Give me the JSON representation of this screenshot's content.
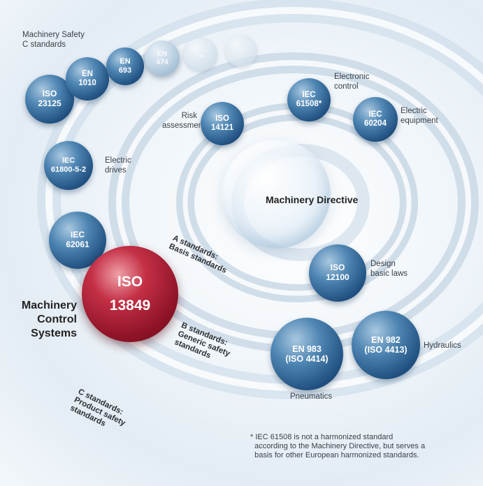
{
  "title": "Machinery Directive",
  "c_standards_header": "Machinery Safety\nC standards",
  "spheres": {
    "iso_23125": [
      "ISO",
      "23125"
    ],
    "en_1010": [
      "EN",
      "1010"
    ],
    "en_693": [
      "EN",
      "693"
    ],
    "en_474": [
      "EN",
      "474"
    ],
    "ellipsis": "...",
    "iec_61508": [
      "IEC",
      "61508*"
    ],
    "iec_60204": [
      "IEC",
      "60204"
    ],
    "iso_14121": [
      "ISO",
      "14121"
    ],
    "iec_61800": [
      "IEC",
      "61800-5-2"
    ],
    "iec_62061": [
      "IEC",
      "62061"
    ],
    "iso_13849": [
      "ISO",
      "13849"
    ],
    "iso_12100": [
      "ISO",
      "12100"
    ],
    "en_983": [
      "EN 983",
      "(ISO 4414)"
    ],
    "en_982": [
      "EN 982",
      "(ISO 4413)"
    ]
  },
  "labels": {
    "electronic_control": "Electronic\ncontrol",
    "electric_equipment": "Electric\nequipment",
    "risk_assessment": "Risk\nassessment",
    "electric_drives": "Electric\ndrives",
    "design_basic_laws": "Design\nbasic laws",
    "hydraulics": "Hydraulics",
    "pneumatics": "Pneumatics",
    "machinery_control_systems": "Machinery\nControl\nSystems"
  },
  "levels": {
    "a": "A standards:\nBasis standards",
    "b": "B standards:\nGeneric safety\nstandards",
    "c": "C standards:\nProduct safety\nstandards"
  },
  "footnote": "* IEC 61508 is not a harmonized standard\n  according to the Machinery Directive, but serves a\n  basis for other European harmonized standards."
}
